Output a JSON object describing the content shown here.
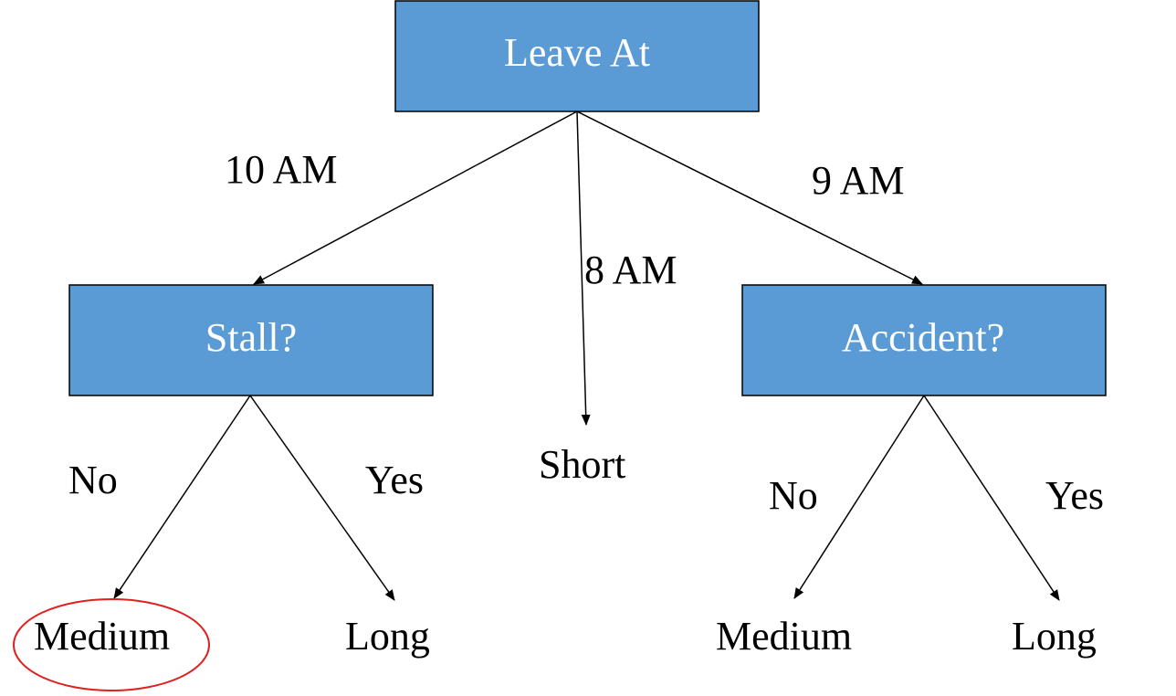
{
  "colors": {
    "node_fill": "#5b9bd5",
    "node_text": "#ffffff",
    "highlight": "#e02020"
  },
  "tree": {
    "root": {
      "label": "Leave At"
    },
    "stall": {
      "label": "Stall?"
    },
    "accident": {
      "label": "Accident?"
    },
    "edges": {
      "ten_am": "10 AM",
      "eight_am": "8 AM",
      "nine_am": "9 AM",
      "stall_no": "No",
      "stall_yes": "Yes",
      "accident_no": "No",
      "accident_yes": "Yes"
    },
    "leaves": {
      "short": "Short",
      "stall_medium": "Medium",
      "stall_long": "Long",
      "accident_medium": "Medium",
      "accident_long": "Long"
    },
    "highlighted_leaf": "stall_medium"
  }
}
